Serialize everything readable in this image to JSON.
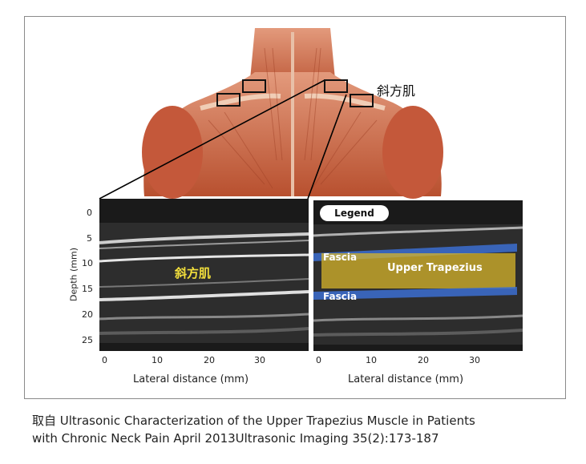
{
  "top_label": "斜方肌",
  "left_panel": {
    "muscle_label": "斜方肌",
    "y_axis_title": "Depth (mm)",
    "y_ticks": [
      "0",
      "5",
      "10",
      "15",
      "20",
      "25"
    ],
    "x_ticks": [
      "0",
      "10",
      "20",
      "30"
    ],
    "x_axis_title": "Lateral distance (mm)"
  },
  "right_panel": {
    "legend_label": "Legend",
    "fascia_top": "Fascia",
    "muscle_label": "Upper Trapezius",
    "fascia_bottom": "Fascia",
    "x_ticks": [
      "0",
      "10",
      "20",
      "30"
    ],
    "x_axis_title": "Lateral distance (mm)"
  },
  "colors": {
    "muscle": "#c8603f",
    "fascia_blue": "#3c6fd1",
    "trapezius_yellow": "#d7b42a"
  },
  "caption": {
    "line1": "取自 Ultrasonic Characterization of the Upper Trapezius Muscle in Patients",
    "line2": "with Chronic Neck Pain April 2013Ultrasonic Imaging 35(2):173-187"
  }
}
